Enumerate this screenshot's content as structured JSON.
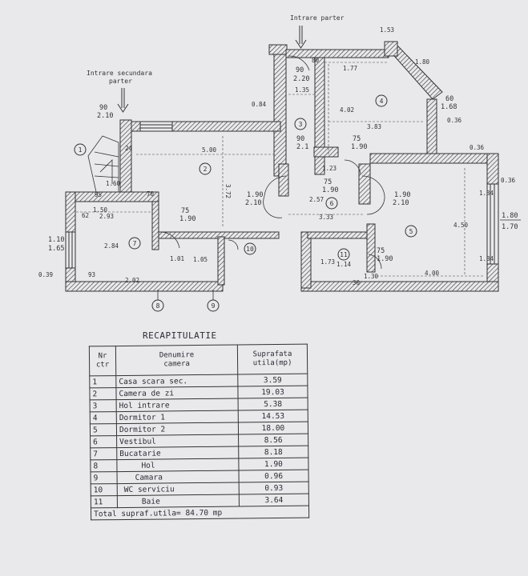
{
  "plan": {
    "entrance_main": "Intrare parter",
    "entrance_secondary": [
      "Intrare secundara",
      "parter"
    ],
    "circles": [
      "1",
      "2",
      "3",
      "4",
      "5",
      "6",
      "7",
      "8",
      "9",
      "10",
      "11"
    ],
    "dims": {
      "d_090_210a": [
        "90",
        "2.10"
      ],
      "d_090_220": [
        "90",
        "2.20"
      ],
      "d_090_21": [
        "90",
        "2.1"
      ],
      "d_075_190a": [
        "75",
        "1.90"
      ],
      "d_075_190b": [
        "75",
        "1.90"
      ],
      "d_075_190c": [
        "75",
        "1.90"
      ],
      "d_075_190d": [
        "75",
        "1.90"
      ],
      "d_060_168": [
        "60",
        "1.68"
      ],
      "d_180_170": [
        "1.80",
        "1.70"
      ],
      "d_110_165": [
        "1.10",
        "1.65"
      ],
      "d_190_210a": [
        "1.90",
        "2.10"
      ],
      "d_190_210b": [
        "1.90",
        "2.10"
      ],
      "d_500": "5.00",
      "d_372": "3.72",
      "d_177": "1.77",
      "d_402": "4.02",
      "d_383": "3.83",
      "d_135": "1.35",
      "d_084": "0.84",
      "d_036a": "0.36",
      "d_036b": "0.36",
      "d_036c": "0.36",
      "d_450": "4.50",
      "d_400": "4.00",
      "d_257": "2.57",
      "d_333": "3.33",
      "d_293": "2.93",
      "d_284": "2.84",
      "d_150": "1.50",
      "d_160": "1.60",
      "d_101": "1.01",
      "d_105": "1.05",
      "d_039": "0.39",
      "d_202": "2.02",
      "d_093": "93",
      "d_024": "24",
      "d_070": "70",
      "d_095": "95",
      "d_062": "62",
      "d_123": "1.23",
      "d_114": "1.14",
      "d_173": "1.73",
      "d_080": "80",
      "d_130": "1.30",
      "d_134a": "1.34",
      "d_134b": "1.34",
      "d_180b": "1.80",
      "d_153": "1.53",
      "d_030": "30"
    }
  },
  "recap": {
    "title": "RECAPITULATIE",
    "headers": {
      "nr": [
        "Nr",
        "ctr"
      ],
      "name": [
        "Denumire",
        "camera"
      ],
      "area": [
        "Suprafata",
        "utila(mp)"
      ]
    },
    "rows": [
      {
        "nr": "1",
        "name": "Casa scara sec.",
        "area": "3.59"
      },
      {
        "nr": "2",
        "name": "Camera de zi",
        "area": "19.03"
      },
      {
        "nr": "3",
        "name": "Hol intrare",
        "area": "5.38"
      },
      {
        "nr": "4",
        "name": "Dormitor 1",
        "area": "14.53"
      },
      {
        "nr": "5",
        "name": "Dormitor 2",
        "area": "18.00"
      },
      {
        "nr": "6",
        "name": "Vestibul",
        "area": "8.56"
      },
      {
        "nr": "7",
        "name": "Bucatarie",
        "area": "8.18"
      },
      {
        "nr": "8",
        "name": "Hol",
        "area": "1.90"
      },
      {
        "nr": "9",
        "name": "Camara",
        "area": "0.96"
      },
      {
        "nr": "10",
        "name": "WC serviciu",
        "area": "0.93"
      },
      {
        "nr": "11",
        "name": "Baie",
        "area": "3.64"
      }
    ],
    "total": "Total supraf.utila= 84.70 mp"
  }
}
